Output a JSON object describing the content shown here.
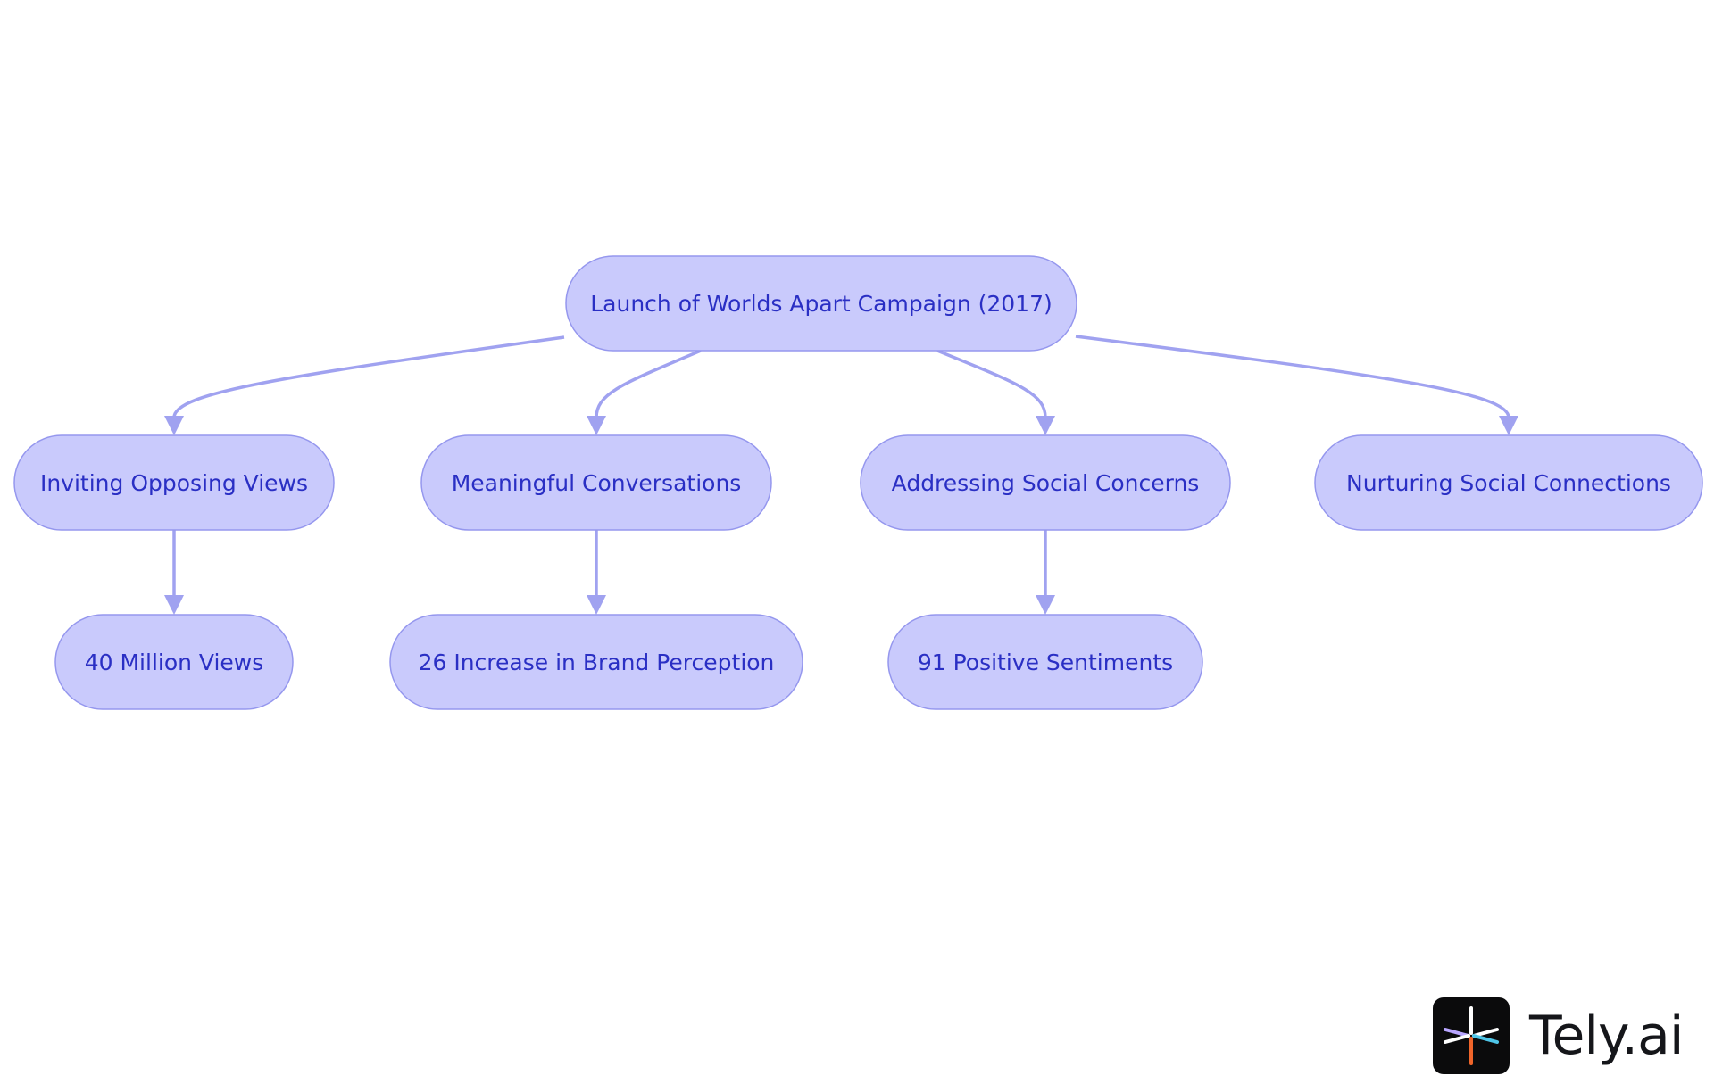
{
  "diagram": {
    "nodes": [
      {
        "id": "root",
        "label": "Launch of Worlds Apart Campaign (2017)"
      },
      {
        "id": "n1",
        "label": "Inviting Opposing Views"
      },
      {
        "id": "n2",
        "label": "Meaningful Conversations"
      },
      {
        "id": "n3",
        "label": "Addressing Social Concerns"
      },
      {
        "id": "n4",
        "label": "Nurturing Social Connections"
      },
      {
        "id": "n5",
        "label": "40 Million Views"
      },
      {
        "id": "n6",
        "label": "26 Increase in Brand Perception"
      },
      {
        "id": "n7",
        "label": "91 Positive Sentiments"
      }
    ],
    "edges": [
      {
        "from": "root",
        "to": "n1"
      },
      {
        "from": "root",
        "to": "n2"
      },
      {
        "from": "root",
        "to": "n3"
      },
      {
        "from": "root",
        "to": "n4"
      },
      {
        "from": "n1",
        "to": "n5"
      },
      {
        "from": "n2",
        "to": "n6"
      },
      {
        "from": "n3",
        "to": "n7"
      }
    ],
    "colors": {
      "node_fill": "#c9cafc",
      "node_stroke": "#9597ee",
      "text": "#2a2fc4",
      "edge": "#a0a2f0"
    }
  },
  "branding": {
    "logo_text": "Tely.ai"
  }
}
